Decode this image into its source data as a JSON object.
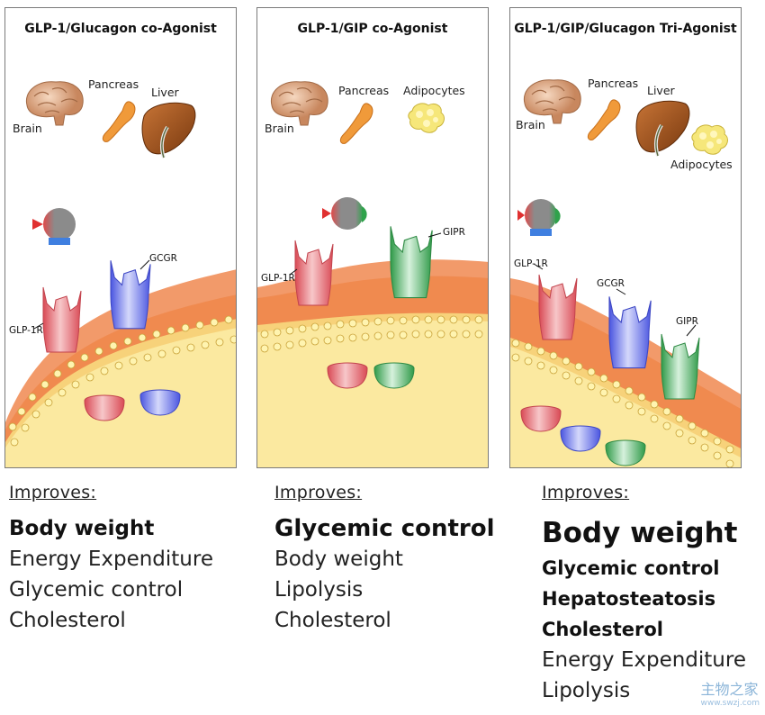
{
  "panels": [
    {
      "title": "GLP-1/Glucagon co-Agonist",
      "organs": [
        "Brain",
        "Pancreas",
        "Liver"
      ],
      "receptors": [
        "GLP-1R",
        "GCGR"
      ]
    },
    {
      "title": "GLP-1/GIP co-Agonist",
      "organs": [
        "Brain",
        "Pancreas",
        "Adipocytes"
      ],
      "receptors": [
        "GLP-1R",
        "GIPR"
      ]
    },
    {
      "title": "GLP-1/GIP/Glucagon Tri-Agonist",
      "organs": [
        "Brain",
        "Pancreas",
        "Liver",
        "Adipocytes"
      ],
      "receptors": [
        "GLP-1R",
        "GCGR",
        "GIPR"
      ]
    }
  ],
  "improves": [
    {
      "heading": "Improves:",
      "items": [
        "Body weight",
        "Energy Expenditure",
        "Glycemic control",
        "Cholesterol"
      ]
    },
    {
      "heading": "Improves:",
      "items": [
        "Glycemic control",
        "Body weight",
        "Lipolysis",
        "Cholesterol"
      ]
    },
    {
      "heading": "Improves:",
      "items": [
        "Body weight",
        "Glycemic control",
        "Hepatosteatosis",
        "Cholesterol",
        "Energy Expenditure",
        "Lipolysis"
      ]
    }
  ],
  "watermark": {
    "text": "主物之家",
    "url": "www.swzj.com"
  },
  "colors": {
    "glp1r": "#e8747a",
    "gcgr": "#7f86f0",
    "gipr": "#5fbf74",
    "membrane": "#f08a4f",
    "cytoplasm": "#fbe9a0",
    "brain": "#d9a07a",
    "pancreas": "#f09a3a",
    "liver": "#a2541c",
    "adipocyte": "#f4e36a"
  }
}
